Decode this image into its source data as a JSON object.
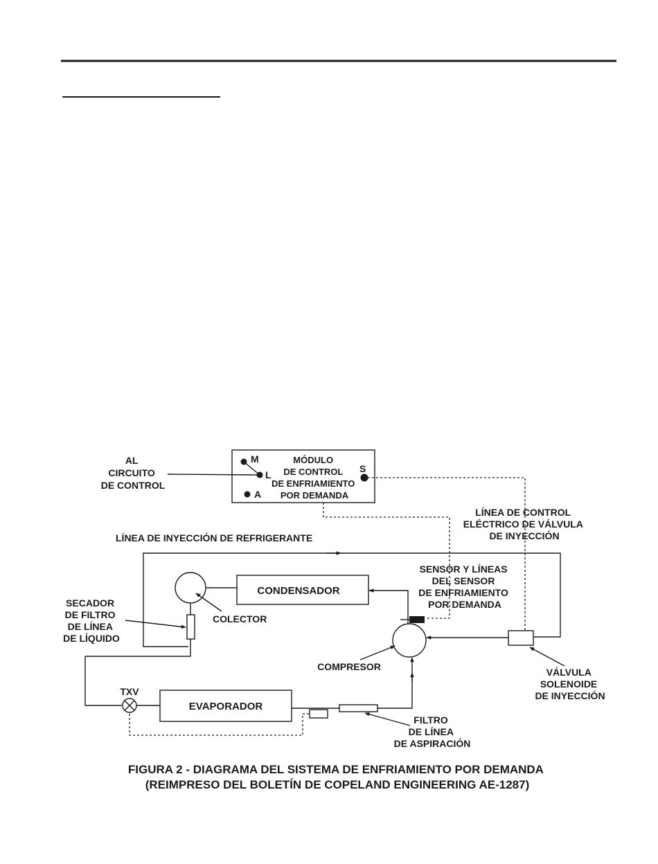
{
  "module": {
    "terminals": {
      "m": "M",
      "l": "L",
      "a": "A",
      "s": "S"
    },
    "title_lines": [
      "MÓDULO",
      "DE CONTROL",
      "DE ENFRIAMIENTO",
      "POR DEMANDA"
    ]
  },
  "labels": {
    "al_circuito": [
      "AL",
      "CIRCUITO",
      "DE CONTROL"
    ],
    "linea_control": [
      "LÍNEA DE CONTROL",
      "ELÉCTRICO DE VÁLVULA",
      "DE INYECCIÓN"
    ],
    "linea_inyeccion": "LÍNEA DE INYECCIÓN DE REFRIGERANTE",
    "sensor": [
      "SENSOR Y LÍNEAS",
      "DEL SENSOR",
      "DE ENFRIAMIENTO",
      "POR DEMANDA"
    ],
    "condensador": "CONDENSADOR",
    "colector": "COLECTOR",
    "secador": [
      "SECADOR",
      "DE FILTRO",
      "DE LÍNEA",
      "DE LÍQUIDO"
    ],
    "compresor": "COMPRESOR",
    "valvula": [
      "VÁLVULA",
      "SOLENOIDE",
      "DE INYECCIÓN"
    ],
    "txv": "TXV",
    "evaporador": "EVAPORADOR",
    "filtro": [
      "FILTRO",
      "DE LÍNEA",
      "DE ASPIRACIÓN"
    ]
  },
  "caption": [
    "FIGURA 2 - DIAGRAMA DEL SISTEMA DE ENFRIAMIENTO POR DEMANDA",
    "(REIMPRESO DEL BOLETÍN DE COPELAND ENGINEERING AE-1287)"
  ]
}
